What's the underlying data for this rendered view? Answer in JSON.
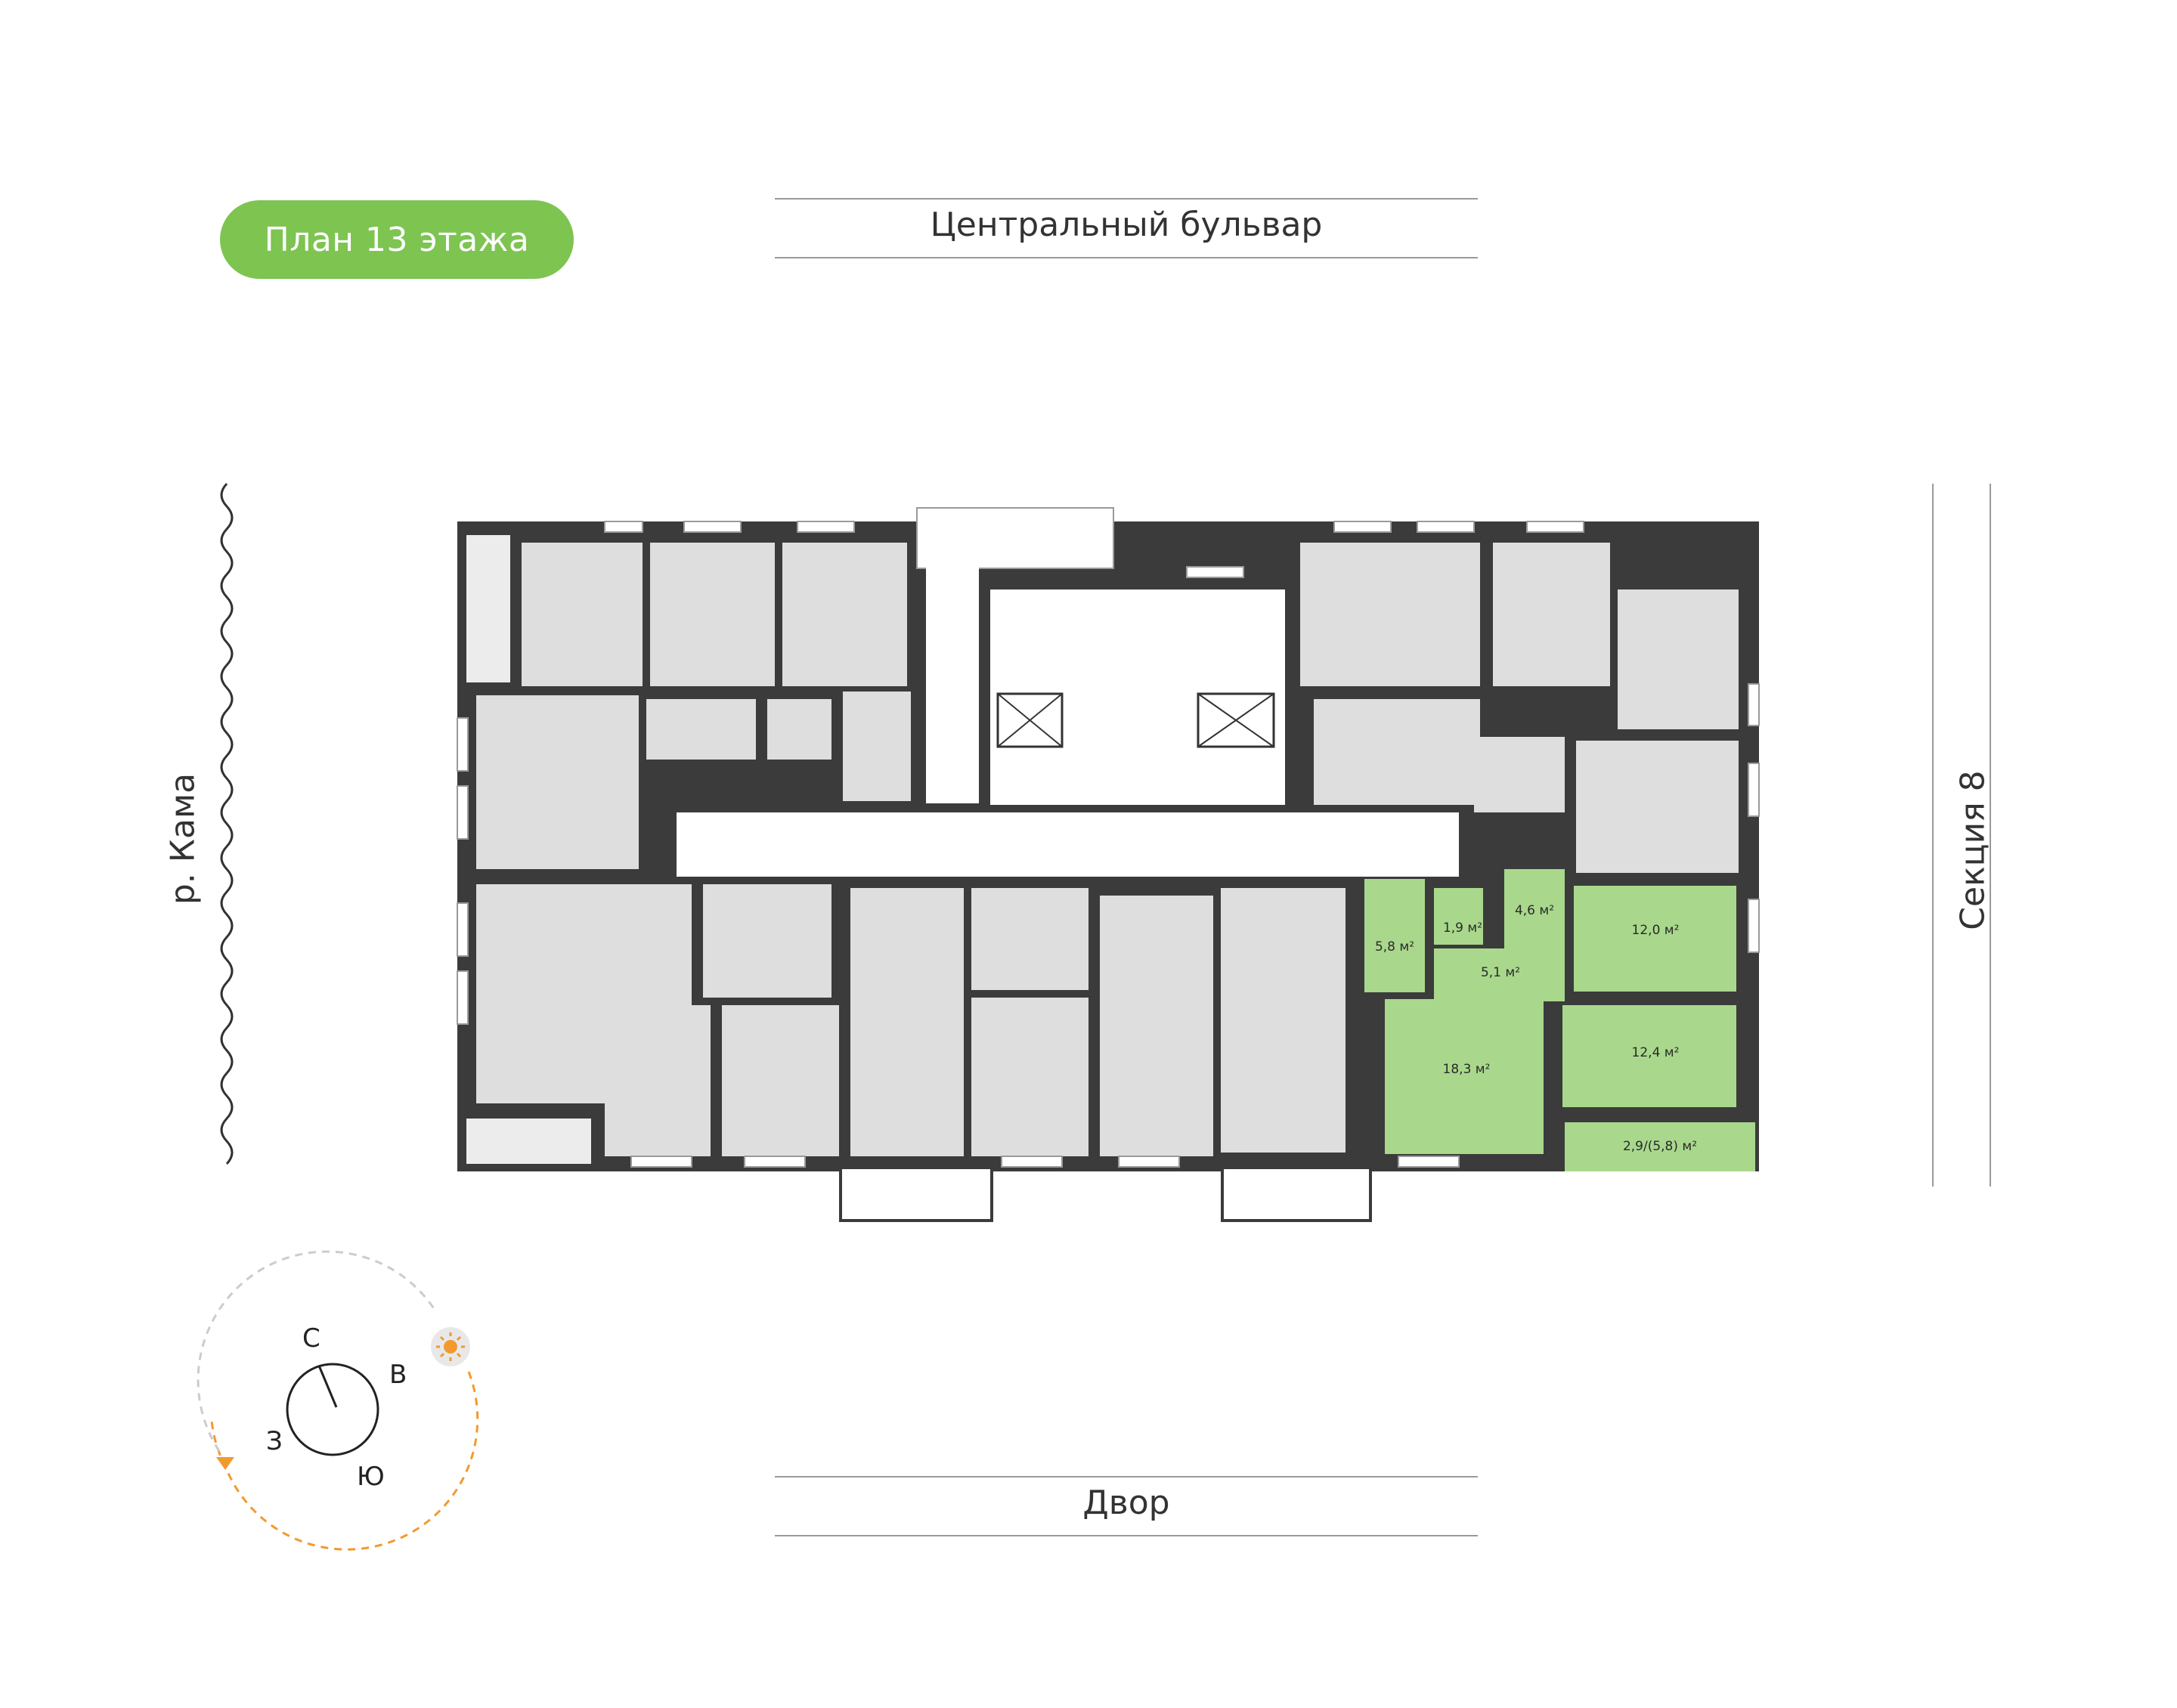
{
  "floor_badge": "План 13 этажа",
  "streets": {
    "top": "Центральный бульвар",
    "bottom": "Двор"
  },
  "side_labels": {
    "left": "р. Кама",
    "right": "Секция 8"
  },
  "areas": {
    "hall": "5,8 м²",
    "wc": "1,9 м²",
    "bath": "4,6 м²",
    "corridor": "5,1 м²",
    "bedroom_top": "12,0 м²",
    "bedroom_bottom": "12,4 м²",
    "living": "18,3 м²",
    "balcony": "2,9/(5,8) м²"
  },
  "compass": {
    "north": "С",
    "east": "В",
    "south": "Ю",
    "west": "З",
    "sun_path": "sun-icon"
  },
  "colors": {
    "highlight": "#a9d88c",
    "badge": "#7dc451",
    "walls": "#3b3b3b",
    "rooms": "#dedede",
    "sun_path": "#f29a2e"
  }
}
